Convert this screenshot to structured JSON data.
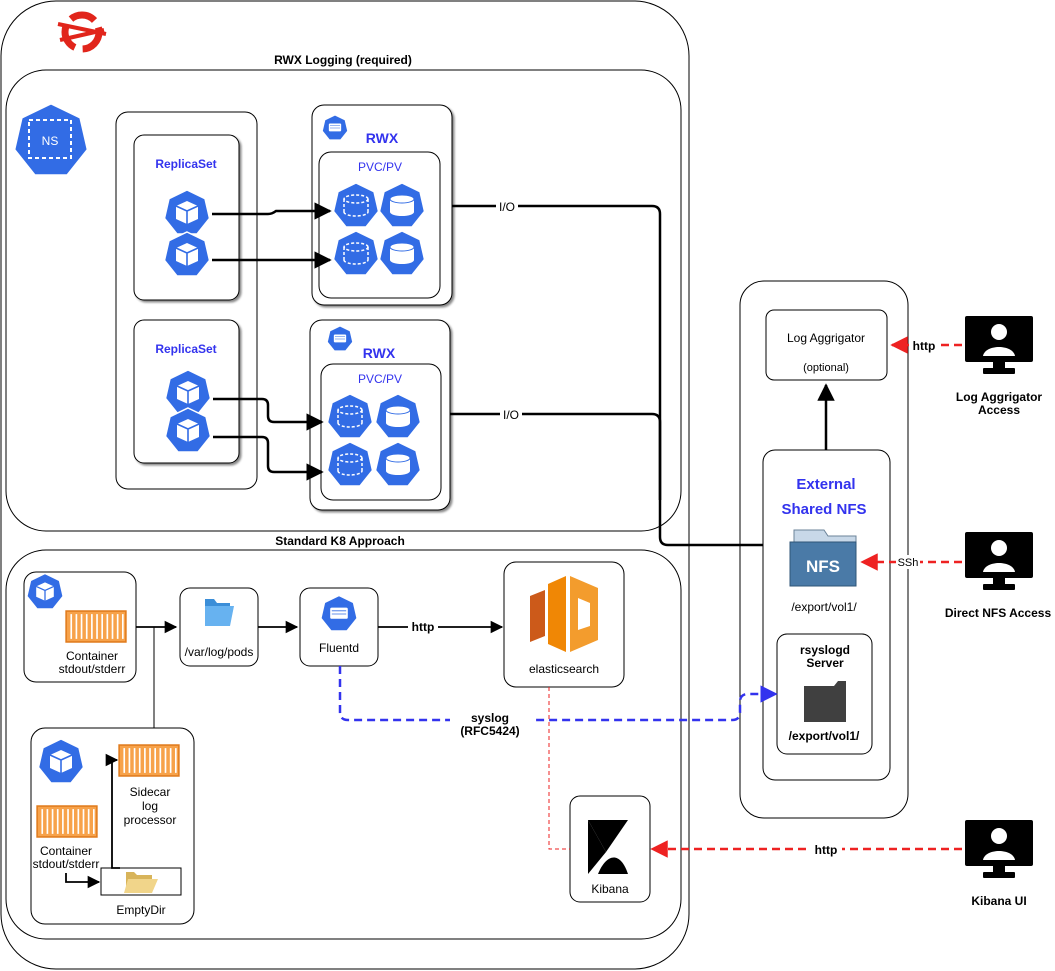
{
  "titles": {
    "rwx_logging": "RWX Logging (required)",
    "standard_k8": "Standard K8 Approach"
  },
  "ns_label": "NS",
  "replicaset_1": "ReplicaSet",
  "replicaset_2": "ReplicaSet",
  "rwx_1": {
    "title": "RWX",
    "pvc": "PVC/PV"
  },
  "rwx_2": {
    "title": "RWX",
    "pvc": "PVC/PV"
  },
  "io_1": "I/O",
  "io_2": "I/O",
  "external_nfs": {
    "title_line1": "External",
    "title_line2": "Shared NFS",
    "nfs_icon_text": "NFS",
    "nfs_path": "/export/vol1/",
    "rsyslogd_line1": "rsyslogd",
    "rsyslogd_line2": "Server",
    "rsyslogd_path": "/export/vol1/"
  },
  "log_aggregator": {
    "title": "Log Aggrigator",
    "sub": "(optional)"
  },
  "access": {
    "log_aggr_line1": "Log Aggrigator",
    "log_aggr_line2": "Access",
    "direct_nfs": "Direct NFS Access",
    "kibana_ui": "Kibana UI"
  },
  "edges": {
    "http_log_aggr": "http",
    "ssh": "SSh",
    "http_kibana": "http",
    "http_fluentd": "http",
    "syslog_line1": "syslog",
    "syslog_line2": "(RFC5424)"
  },
  "standard": {
    "container_line1": "Container",
    "container_line2": "stdout/stderr",
    "varlog": "/var/log/pods",
    "fluentd": "Fluentd",
    "elasticsearch": "elasticsearch",
    "kibana": "Kibana",
    "sidecar_line1": "Sidecar",
    "sidecar_line2": "log",
    "sidecar_line3": "processor",
    "container2_line1": "Container",
    "container2_line2": "stdout/stderr",
    "emptydir": "EmptyDir"
  },
  "colors": {
    "k8s_blue": "#326ce5",
    "orange": "#f08705",
    "red_dash": "#ee2222",
    "blue_dash": "#3333ee"
  }
}
